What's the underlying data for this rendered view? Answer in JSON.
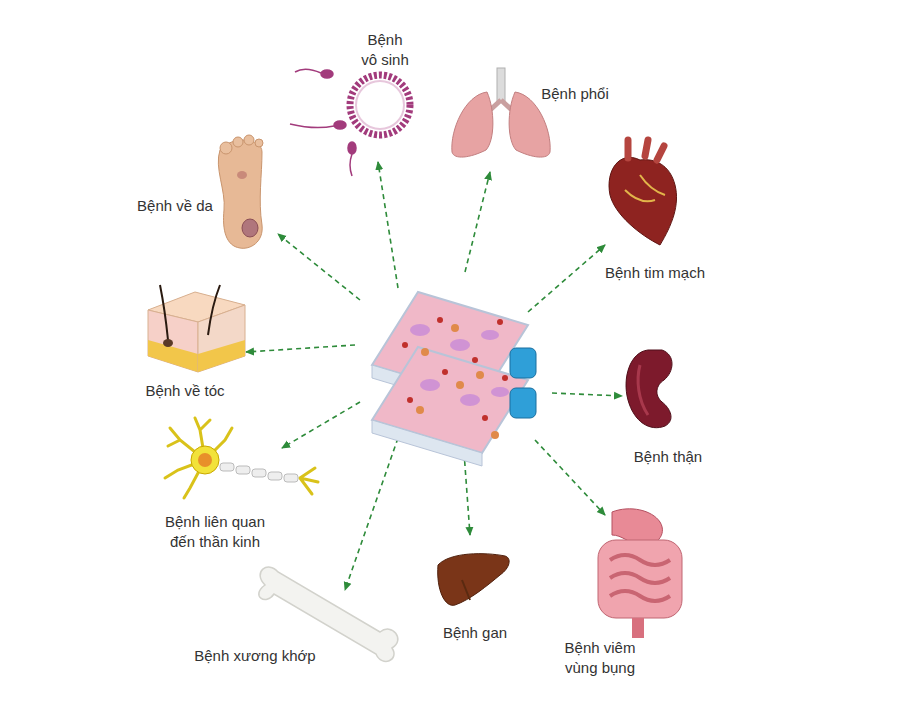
{
  "diagram": {
    "labels": [
      "Bệnh vô sinh",
      "Bệnh phổi",
      "Bệnh về da",
      "Bệnh tim mạch",
      "Bệnh về tóc",
      "Bệnh thận",
      "Bệnh liên quan đến thần kinh",
      "Bệnh xương khớp",
      "Bệnh gan",
      "Bệnh viêm vùng bụng"
    ]
  }
}
